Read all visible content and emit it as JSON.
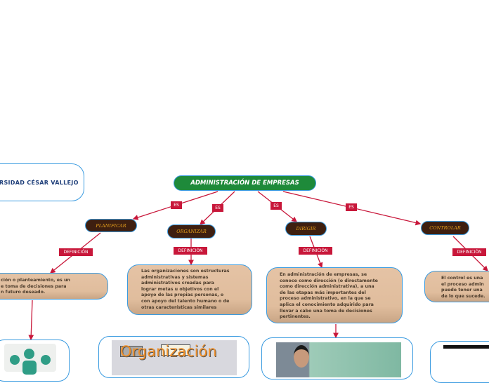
{
  "university": "RSIDAD CÉSAR VALLEJO",
  "root": "ADMINISTRACIÓN DE EMPRESAS",
  "link_es": "ES",
  "link_def": "DEFINICIÓN",
  "nodes": [
    {
      "label": "PLANIFICAR",
      "definition": [
        "ción o planteamiento, es un",
        "e toma de decisiones para",
        "n futuro deseado."
      ]
    },
    {
      "label": "ORGANIZAR",
      "definition": [
        "Las organizaciones son estructuras",
        "administrativas y sistemas",
        "administrativos creadas para",
        "lograr metas u objetivos con el",
        "apoyo de las propias personas, o",
        "con apoyo del talento humano o de",
        "otras características similares"
      ],
      "image_title": "Organización"
    },
    {
      "label": "DIRIGIR",
      "definition": [
        "En administración de empresas, se",
        "conoce como dirección (o directamente",
        "como dirección administrativa), a una",
        "de las etapas más importantes del",
        "proceso administrativo, en la que se",
        "aplica el conocimiento adquirido para",
        "llevar a cabo una toma de decisiones",
        "pertinentes."
      ]
    },
    {
      "label": "CONTROLAR",
      "definition": [
        "El control es una",
        "el proceso admin",
        "puede tener una",
        "de lo que sucede."
      ]
    }
  ],
  "colors": {
    "root": "#1e8a3a",
    "node": "#3e1f10",
    "tag": "#c8173a",
    "border": "#3a9be0"
  }
}
